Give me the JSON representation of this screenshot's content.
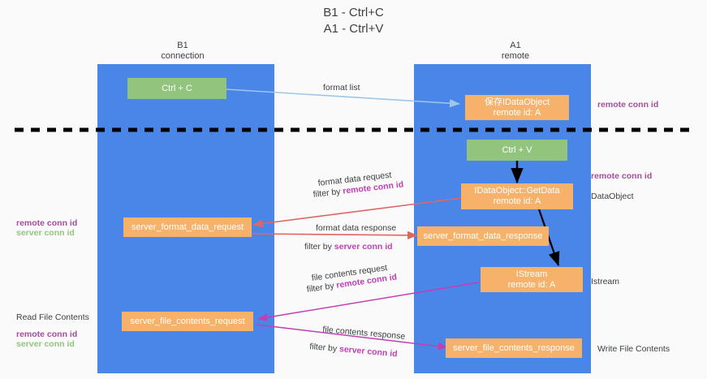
{
  "title": "B1 - Ctrl+C\nA1 - Ctrl+V",
  "columns": [
    {
      "header": "B1\nconnection"
    },
    {
      "header": "A1\nremote"
    }
  ],
  "boxes": {
    "ctrl_c": "Ctrl + C",
    "ctrl_v": "Ctrl + V",
    "store_dataobject": "保存IDataObject\nremote id: A",
    "getdata": "IDataObject::GetData\nremote id: A",
    "istream": "IStream\nremote id: A",
    "server_format_data_request": "server_format_data_request",
    "server_format_data_response": "server_format_data_response",
    "server_file_contents_request": "server_file_contents_request",
    "server_file_contents_response": "server_file_contents_response"
  },
  "arrow_labels": {
    "format_list": "format list",
    "format_data_request": "format data request",
    "format_data_request_filter_prefix": "filter by ",
    "format_data_request_filter_key": "remote conn id",
    "format_data_response": "format data response",
    "format_data_response_filter_prefix": "filter by ",
    "format_data_response_filter_key": "server conn id",
    "file_contents_request": "file contents request",
    "file_contents_request_filter_prefix": "filter by ",
    "file_contents_request_filter_key": "remote conn id",
    "file_contents_response": "file contents response",
    "file_contents_response_filter_prefix": "filter by ",
    "file_contents_response_filter_key": "server conn id"
  },
  "left_annotations": {
    "ids_mid_remote": "remote conn id",
    "ids_mid_server": "server conn id",
    "read_file_contents": "Read File Contents",
    "ids_low_remote": "remote conn id",
    "ids_low_server": "server conn id"
  },
  "right_annotations": {
    "remote_conn_id_top": "remote conn id",
    "remote_conn_id_mid": "remote conn id",
    "dataobject": "DataObject",
    "istream": "Istream",
    "write_file_contents": "Write File Contents"
  },
  "colors": {
    "lane": "#4a86e8",
    "green_box": "#93c47d",
    "orange_box": "#f6b26b",
    "purple": "#a64d9e",
    "magenta": "#c13fb4",
    "green_text": "#93c47d",
    "red_arrow": "#e06666",
    "blue_arrow": "#9fc5e8",
    "black_arrow": "#000000",
    "divider": "#000000"
  }
}
